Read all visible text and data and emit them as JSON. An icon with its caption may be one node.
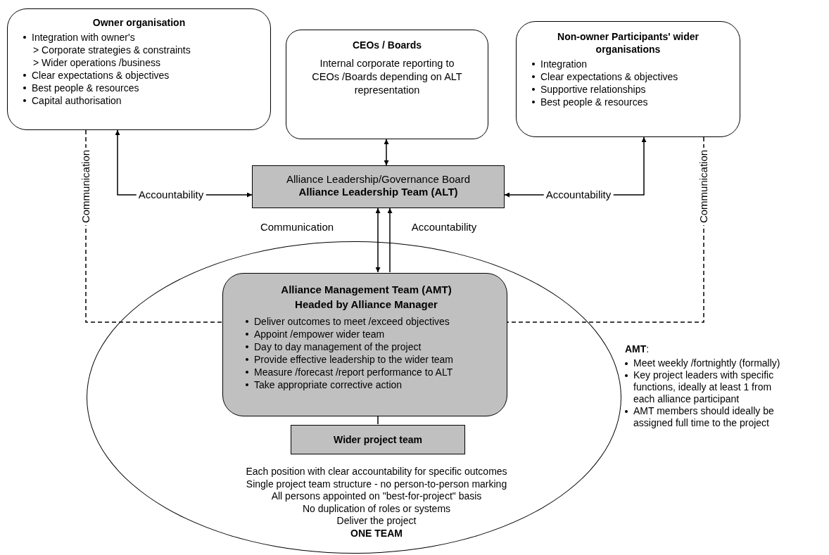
{
  "diagram": {
    "nodes": [
      {
        "text": [
          "Owner organisation",
          "Integration with owner's",
          "> Corporate strategies & constraints",
          ">  Wider operations /business",
          "Clear expectations & objectives",
          "Best people & resources",
          "Capital authorisation"
        ]
      },
      {
        "text": [
          "CEOs / Boards",
          "Internal corporate reporting to CEOs /Boards depending on ALT representation"
        ]
      },
      {
        "text": [
          "Non-owner Participants' wider organisations",
          "Integration",
          "Clear expectations & objectives",
          "Supportive relationships",
          "Best people & resources"
        ]
      },
      {
        "text": [
          "Alliance Leadership/Governance Board",
          "Alliance Leadership Team (ALT)"
        ]
      },
      {
        "text": [
          "Each position with clear accountability for specific outcomes",
          "Single project team structure - no person-to-person marking",
          "All persons appointed on \"best-for-project\" basis",
          "No duplication of roles or systems",
          "Deliver the project",
          "ONE TEAM"
        ]
      },
      {
        "text": [
          "Alliance Management Team (AMT) Headed by Alliance Manager",
          "Deliver outcomes to meet /exceed objectives",
          "Appoint /empower wider team",
          "Day to day management of the project",
          "Provide effective leadership to the wider team",
          "Measure /forecast /report performance to ALT",
          "Take appropriate corrective action"
        ],
        "in": 4
      },
      {
        "text": [
          "Wider project team"
        ],
        "in": 4
      }
    ],
    "edges": [
      {
        "from": 3,
        "to": 0,
        "arrow": "both",
        "label": "Accountability"
      },
      {
        "from": 1,
        "to": 3,
        "arrow": "both"
      },
      {
        "from": 3,
        "to": 2,
        "arrow": "both",
        "label": "Accountability"
      },
      {
        "from": 3,
        "to": 5,
        "arrow": "both",
        "label": "Communication"
      },
      {
        "from": 5,
        "to": 3,
        "arrow": "to",
        "label": "Accountability"
      },
      {
        "from": 0,
        "to": 5,
        "arrow": "none",
        "label": "Communication",
        "style": "dashed"
      },
      {
        "from": 2,
        "to": 5,
        "arrow": "none",
        "label": "Communication",
        "style": "dashed"
      },
      {
        "from": 5,
        "to": 6,
        "arrow": "none"
      }
    ],
    "labels": [
      "**AMT**:",
      "Meet weekly /fortnightly (formally)",
      "Key project leaders with specific functions, ideally at least 1 from each alliance participant",
      "AMT members should ideally be assigned full time to the project"
    ]
  }
}
